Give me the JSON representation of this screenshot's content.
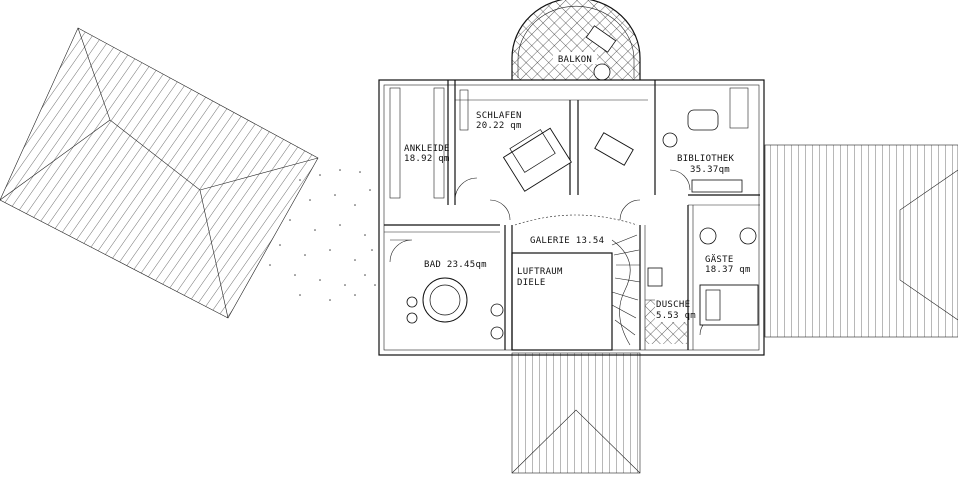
{
  "colors": {
    "line": "#111111",
    "background": "#ffffff"
  },
  "rooms": {
    "balkon": {
      "name": "BALKON"
    },
    "ankleide": {
      "name": "ANKLEIDE",
      "area": "18.92 qm"
    },
    "schlafen": {
      "name": "SCHLAFEN",
      "area": "20.22 qm"
    },
    "bibliothek": {
      "name": "BIBLIOTHEK",
      "area": "35.37qm"
    },
    "galerie": {
      "name": "GALERIE 13.54"
    },
    "bad": {
      "name": "BAD 23.45qm"
    },
    "luftraum": {
      "name": "LUFTRAUM",
      "sub": "DIELE"
    },
    "gaeste": {
      "name": "GÄSTE",
      "area": "18.37 qm"
    },
    "dusche": {
      "name": "DUSCHE",
      "area": "5.53 qm"
    }
  }
}
